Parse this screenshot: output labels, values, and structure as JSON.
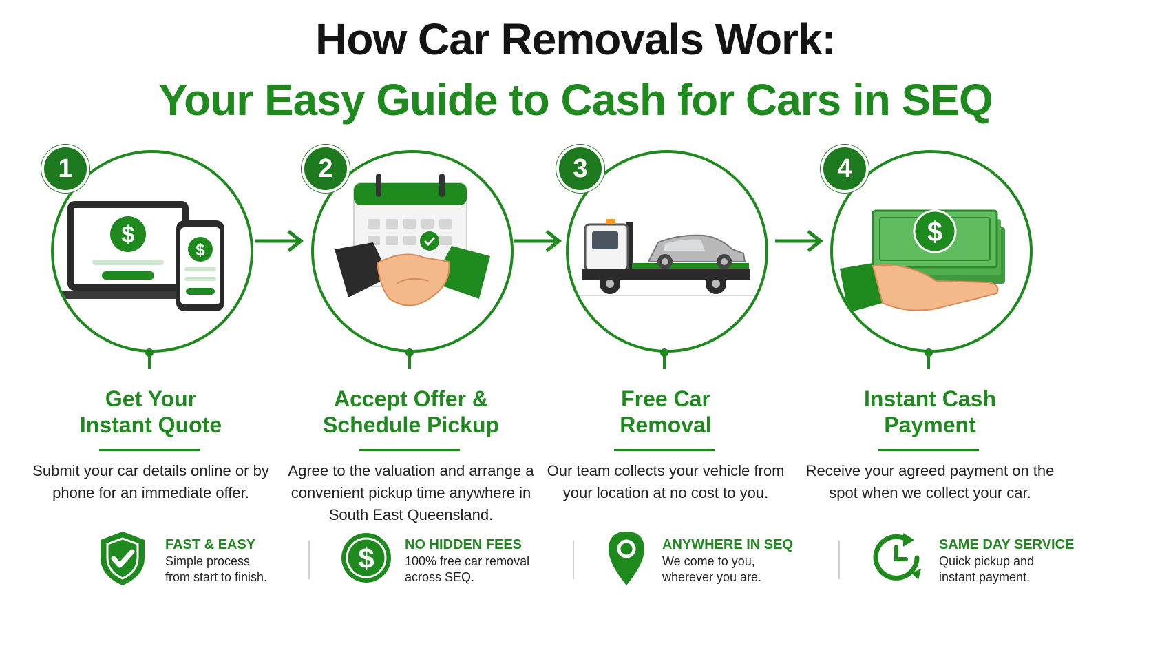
{
  "title": {
    "main": "How Car Removals Work:",
    "sub": "Your Easy Guide to Cash for Cars in SEQ"
  },
  "colors": {
    "brand_green": "#1e8a1e",
    "dark_green": "#1e7a1e",
    "text": "#222222"
  },
  "steps": [
    {
      "number": "1",
      "title_line1": "Get Your",
      "title_line2": "Instant Quote",
      "description": "Submit your car details online or by phone for an immediate offer.",
      "icon": "laptop-phone-dollar-icon"
    },
    {
      "number": "2",
      "title_line1": "Accept Offer &",
      "title_line2": "Schedule Pickup",
      "description": "Agree to the valuation and arrange a convenient pickup time anywhere in South East Queensland.",
      "icon": "calendar-handshake-icon"
    },
    {
      "number": "3",
      "title_line1": "Free Car",
      "title_line2": "Removal",
      "description": "Our team collects your vehicle from your location at no cost to you.",
      "icon": "tow-truck-icon"
    },
    {
      "number": "4",
      "title_line1": "Instant Cash",
      "title_line2": "Payment",
      "description": "Receive your agreed payment on the spot when we collect your car.",
      "icon": "hand-cash-icon"
    }
  ],
  "features": [
    {
      "title": "FAST & EASY",
      "text": "Simple process\nfrom start to finish.",
      "icon": "shield-check-icon"
    },
    {
      "title": "NO HIDDEN FEES",
      "text": "100% free car removal\nacross SEQ.",
      "icon": "dollar-coin-icon"
    },
    {
      "title": "ANYWHERE IN SEQ",
      "text": "We come to you,\nwherever you are.",
      "icon": "map-pin-icon"
    },
    {
      "title": "SAME DAY SERVICE",
      "text": "Quick pickup and\ninstant payment.",
      "icon": "clock-refresh-icon"
    }
  ]
}
